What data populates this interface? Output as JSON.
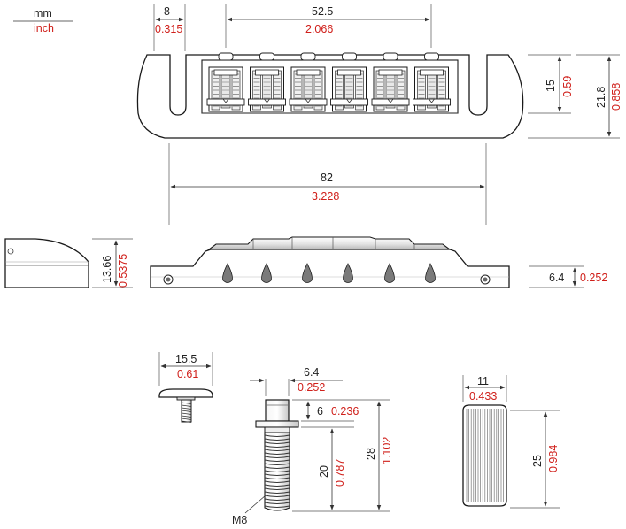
{
  "units": {
    "mm": "mm",
    "inch": "inch"
  },
  "top_view": {
    "post_offset": {
      "mm": "8",
      "inch": "0.315"
    },
    "string_spacing": {
      "mm": "52.5",
      "inch": "2.066"
    },
    "overall_length": {
      "mm": "82",
      "inch": "3.228"
    },
    "slot_depth": {
      "mm": "15",
      "inch": "0.59"
    },
    "overall_width": {
      "mm": "21.8",
      "inch": "0.858"
    }
  },
  "side_view": {
    "end_height": {
      "mm": "13.66",
      "inch": "0.5375"
    },
    "base_height": {
      "mm": "6.4",
      "inch": "0.252"
    }
  },
  "saddle_screw": {
    "head_width": {
      "mm": "15.5",
      "inch": "0.61"
    }
  },
  "stud": {
    "head_diameter": {
      "mm": "6.4",
      "inch": "0.252"
    },
    "head_height": {
      "mm": "6",
      "inch": "0.236"
    },
    "thread_length": {
      "mm": "20",
      "inch": "0.787"
    },
    "total_length": {
      "mm": "28",
      "inch": "1.102"
    },
    "thread": "M8"
  },
  "bushing": {
    "diameter": {
      "mm": "11",
      "inch": "0.433"
    },
    "length": {
      "mm": "25",
      "inch": "0.984"
    }
  },
  "saddles": [
    "s1",
    "s2",
    "s3",
    "s4",
    "s5",
    "s6"
  ]
}
